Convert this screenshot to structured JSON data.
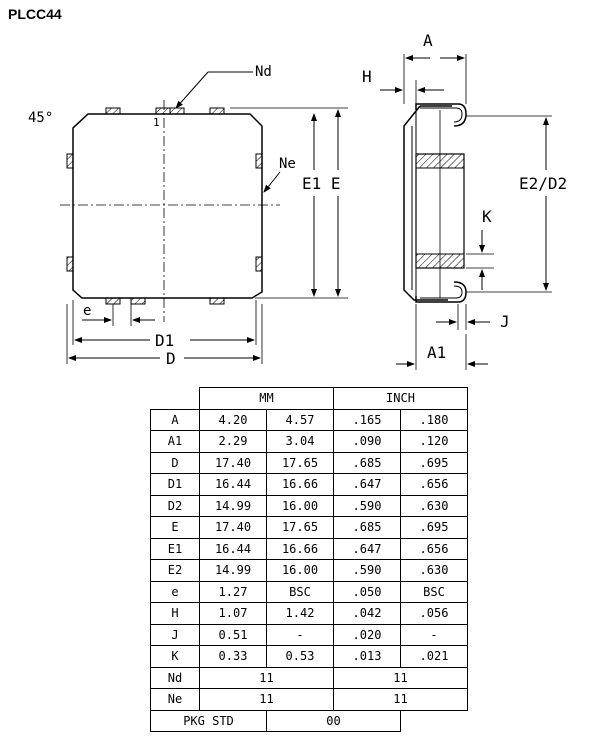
{
  "title": "PLCC44",
  "drawing": {
    "angle_label": "45°",
    "pin1_label": "1",
    "nd_label": "Nd",
    "ne_label": "Ne",
    "e1_e_label": "E1 E",
    "e_pitch_label": "e",
    "d1_label": "D1",
    "d_label": "D",
    "a_label": "A",
    "h_label": "H",
    "e2d2_label": "E2/D2",
    "k_label": "K",
    "j_label": "J",
    "a1_label": "A1"
  },
  "table": {
    "header_mm": "MM",
    "header_inch": "INCH",
    "rows": [
      {
        "sym": "A",
        "mm_min": "4.20",
        "mm_max": "4.57",
        "in_min": ".165",
        "in_max": ".180"
      },
      {
        "sym": "A1",
        "mm_min": "2.29",
        "mm_max": "3.04",
        "in_min": ".090",
        "in_max": ".120"
      },
      {
        "sym": "D",
        "mm_min": "17.40",
        "mm_max": "17.65",
        "in_min": ".685",
        "in_max": ".695"
      },
      {
        "sym": "D1",
        "mm_min": "16.44",
        "mm_max": "16.66",
        "in_min": ".647",
        "in_max": ".656"
      },
      {
        "sym": "D2",
        "mm_min": "14.99",
        "mm_max": "16.00",
        "in_min": ".590",
        "in_max": ".630"
      },
      {
        "sym": "E",
        "mm_min": "17.40",
        "mm_max": "17.65",
        "in_min": ".685",
        "in_max": ".695"
      },
      {
        "sym": "E1",
        "mm_min": "16.44",
        "mm_max": "16.66",
        "in_min": ".647",
        "in_max": ".656"
      },
      {
        "sym": "E2",
        "mm_min": "14.99",
        "mm_max": "16.00",
        "in_min": ".590",
        "in_max": ".630"
      },
      {
        "sym": "e",
        "mm_min": "1.27",
        "mm_max": "BSC",
        "in_min": ".050",
        "in_max": "BSC"
      },
      {
        "sym": "H",
        "mm_min": "1.07",
        "mm_max": "1.42",
        "in_min": ".042",
        "in_max": ".056"
      },
      {
        "sym": "J",
        "mm_min": "0.51",
        "mm_max": "-",
        "in_min": ".020",
        "in_max": "-"
      },
      {
        "sym": "K",
        "mm_min": "0.33",
        "mm_max": "0.53",
        "in_min": ".013",
        "in_max": ".021"
      }
    ],
    "nd_row": {
      "sym": "Nd",
      "mm": "11",
      "inch": "11"
    },
    "ne_row": {
      "sym": "Ne",
      "mm": "11",
      "inch": "11"
    },
    "pkg_std_label": "PKG STD",
    "pkg_std_value": "00"
  }
}
